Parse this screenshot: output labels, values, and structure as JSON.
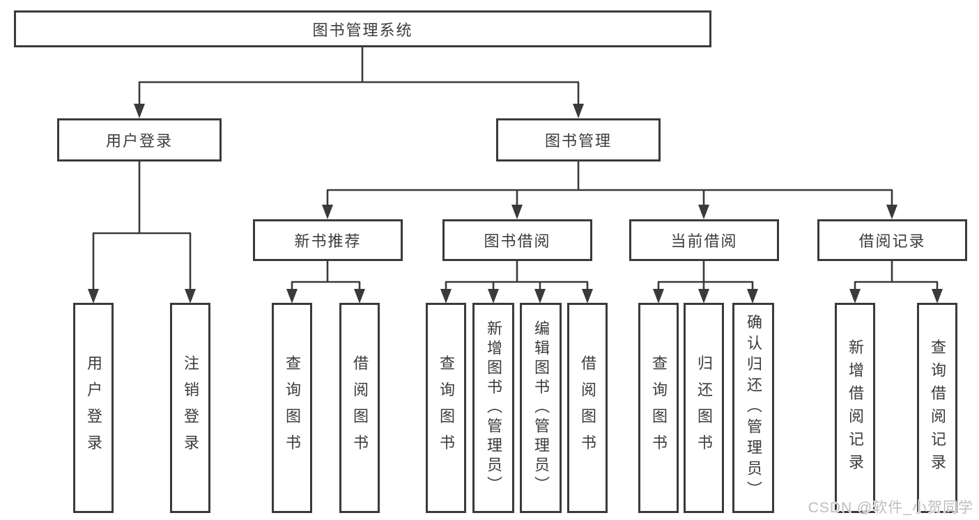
{
  "colors": {
    "line": "#3a3a3a",
    "text": "#3b3b3b",
    "boxbg": "#ffffff",
    "watermark": "#bdbdbd"
  },
  "tree": {
    "root": {
      "label": "图书管理系统"
    },
    "branches": [
      {
        "label": "用户登录",
        "children": [
          "用户登录",
          "注销登录"
        ]
      },
      {
        "label": "图书管理",
        "sections": [
          {
            "label": "新书推荐",
            "children": [
              "查询图书",
              "借阅图书"
            ]
          },
          {
            "label": "图书借阅",
            "children": [
              "查询图书",
              "新增图书（管理员）",
              "编辑图书（管理员）",
              "借阅图书"
            ]
          },
          {
            "label": "当前借阅",
            "children": [
              "查询图书",
              "归还图书",
              "确认归还（管理员）"
            ]
          },
          {
            "label": "借阅记录",
            "children": [
              "新增借阅记录",
              "查询借阅记录"
            ]
          }
        ]
      }
    ]
  },
  "watermark": {
    "text": "CSDN @软件_小贺同学"
  }
}
